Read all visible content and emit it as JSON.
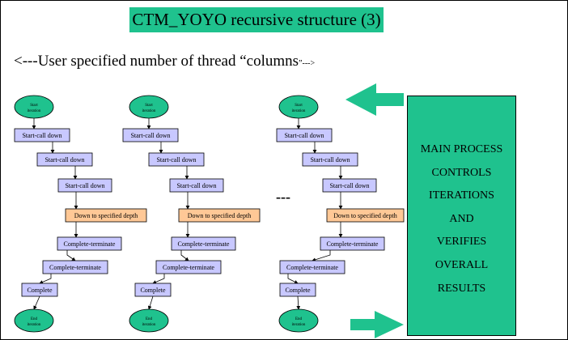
{
  "title": "CTM_YOYO recursive structure (3)",
  "subtitle": {
    "main": "<---User specified number of thread “columns",
    "tail": "”--->"
  },
  "ellipsis": "---",
  "flow": {
    "start": "Start iteration",
    "call_down": "Start-call down",
    "specified_depth": "Down to specified depth",
    "terminate": "Complete-terminate",
    "complete": "Complete",
    "end": "End iteration"
  },
  "main_process": {
    "lines": [
      "MAIN PROCESS",
      "CONTROLS",
      "ITERATIONS",
      "AND",
      "VERIFIES",
      "OVERALL",
      "RESULTS"
    ]
  },
  "colors": {
    "accent_green": "#1fc28e",
    "flow_box": "#c8c8ff",
    "depth_box": "#ffc896",
    "oval": "#1fc28e"
  }
}
